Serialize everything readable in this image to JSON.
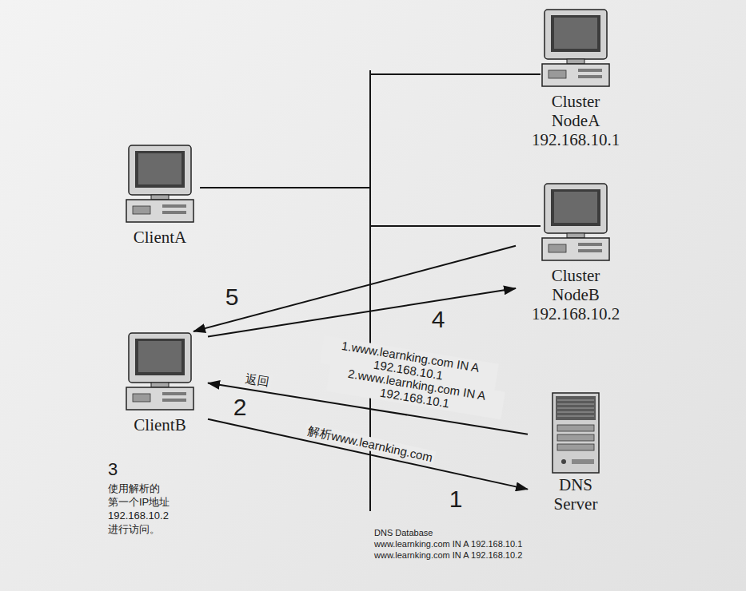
{
  "diagram": {
    "nodes": [
      {
        "text": [
          "Cluster NodeA",
          "192.168.10.1"
        ]
      },
      {
        "text": [
          "ClientA"
        ]
      },
      {
        "text": [
          "Cluster NodeB",
          "192.168.10.2"
        ]
      },
      {
        "text": [
          "ClientB"
        ]
      },
      {
        "text": [
          "DNS Server"
        ]
      }
    ],
    "edges": [
      {
        "from": 3,
        "to": 4,
        "arrow": "to",
        "label": "解析www.learnking.com"
      },
      {
        "from": 4,
        "to": 3,
        "arrow": "to",
        "label": "返回"
      },
      {
        "from": 3,
        "to": 2,
        "arrow": "to",
        "label": "4"
      },
      {
        "from": 2,
        "to": 3,
        "arrow": "to",
        "label": "5"
      }
    ],
    "labels": [
      "1",
      "2",
      "3",
      "使用解析的 第一个IP地址 192.168.10.2 进行访问。",
      "1.www.learnking.com IN A 192.168.10.1",
      "2.www.learnking.com IN A 192.168.10.1",
      "DNS Database",
      "www.learnking.com IN A 192.168.10.1",
      "www.learnking.com IN A 192.168.10.2"
    ]
  }
}
